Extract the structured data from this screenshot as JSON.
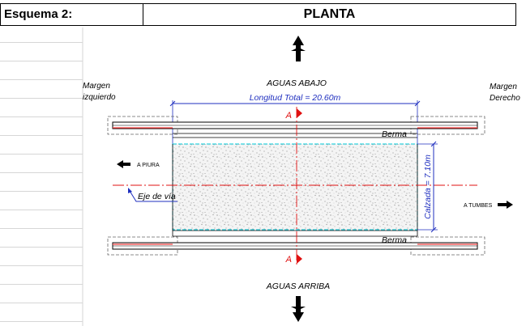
{
  "header": {
    "scheme_label": "Esquema 2:",
    "view_title": "PLANTA"
  },
  "labels": {
    "upstream_top": "AGUAS ABAJO",
    "downstream_bottom": "AGUAS ARRIBA",
    "left_bank": [
      "Margen",
      "izquierdo"
    ],
    "right_bank": [
      "Margen",
      "Derecho"
    ],
    "total_length": "Longitud Total = 20.60m",
    "roadway_width": "Calzada = 7.10m",
    "berm_top": "Berma",
    "berm_bottom": "Berma",
    "axis": "Eje de vía",
    "direction_left": "A PIURA",
    "direction_right": "A TUMBES",
    "section_top": "A",
    "section_bottom": "A"
  },
  "colors": {
    "dimension": "#1f2fbf",
    "axis": "#e01010",
    "road_edge": "#00c8d8",
    "line": "#000000",
    "grid": "#d0d0d0"
  },
  "icons": {
    "flow_top": "double-arrow-up-icon",
    "flow_bottom": "double-arrow-down-icon",
    "dir_left": "arrow-left-icon",
    "dir_right": "arrow-right-icon"
  }
}
